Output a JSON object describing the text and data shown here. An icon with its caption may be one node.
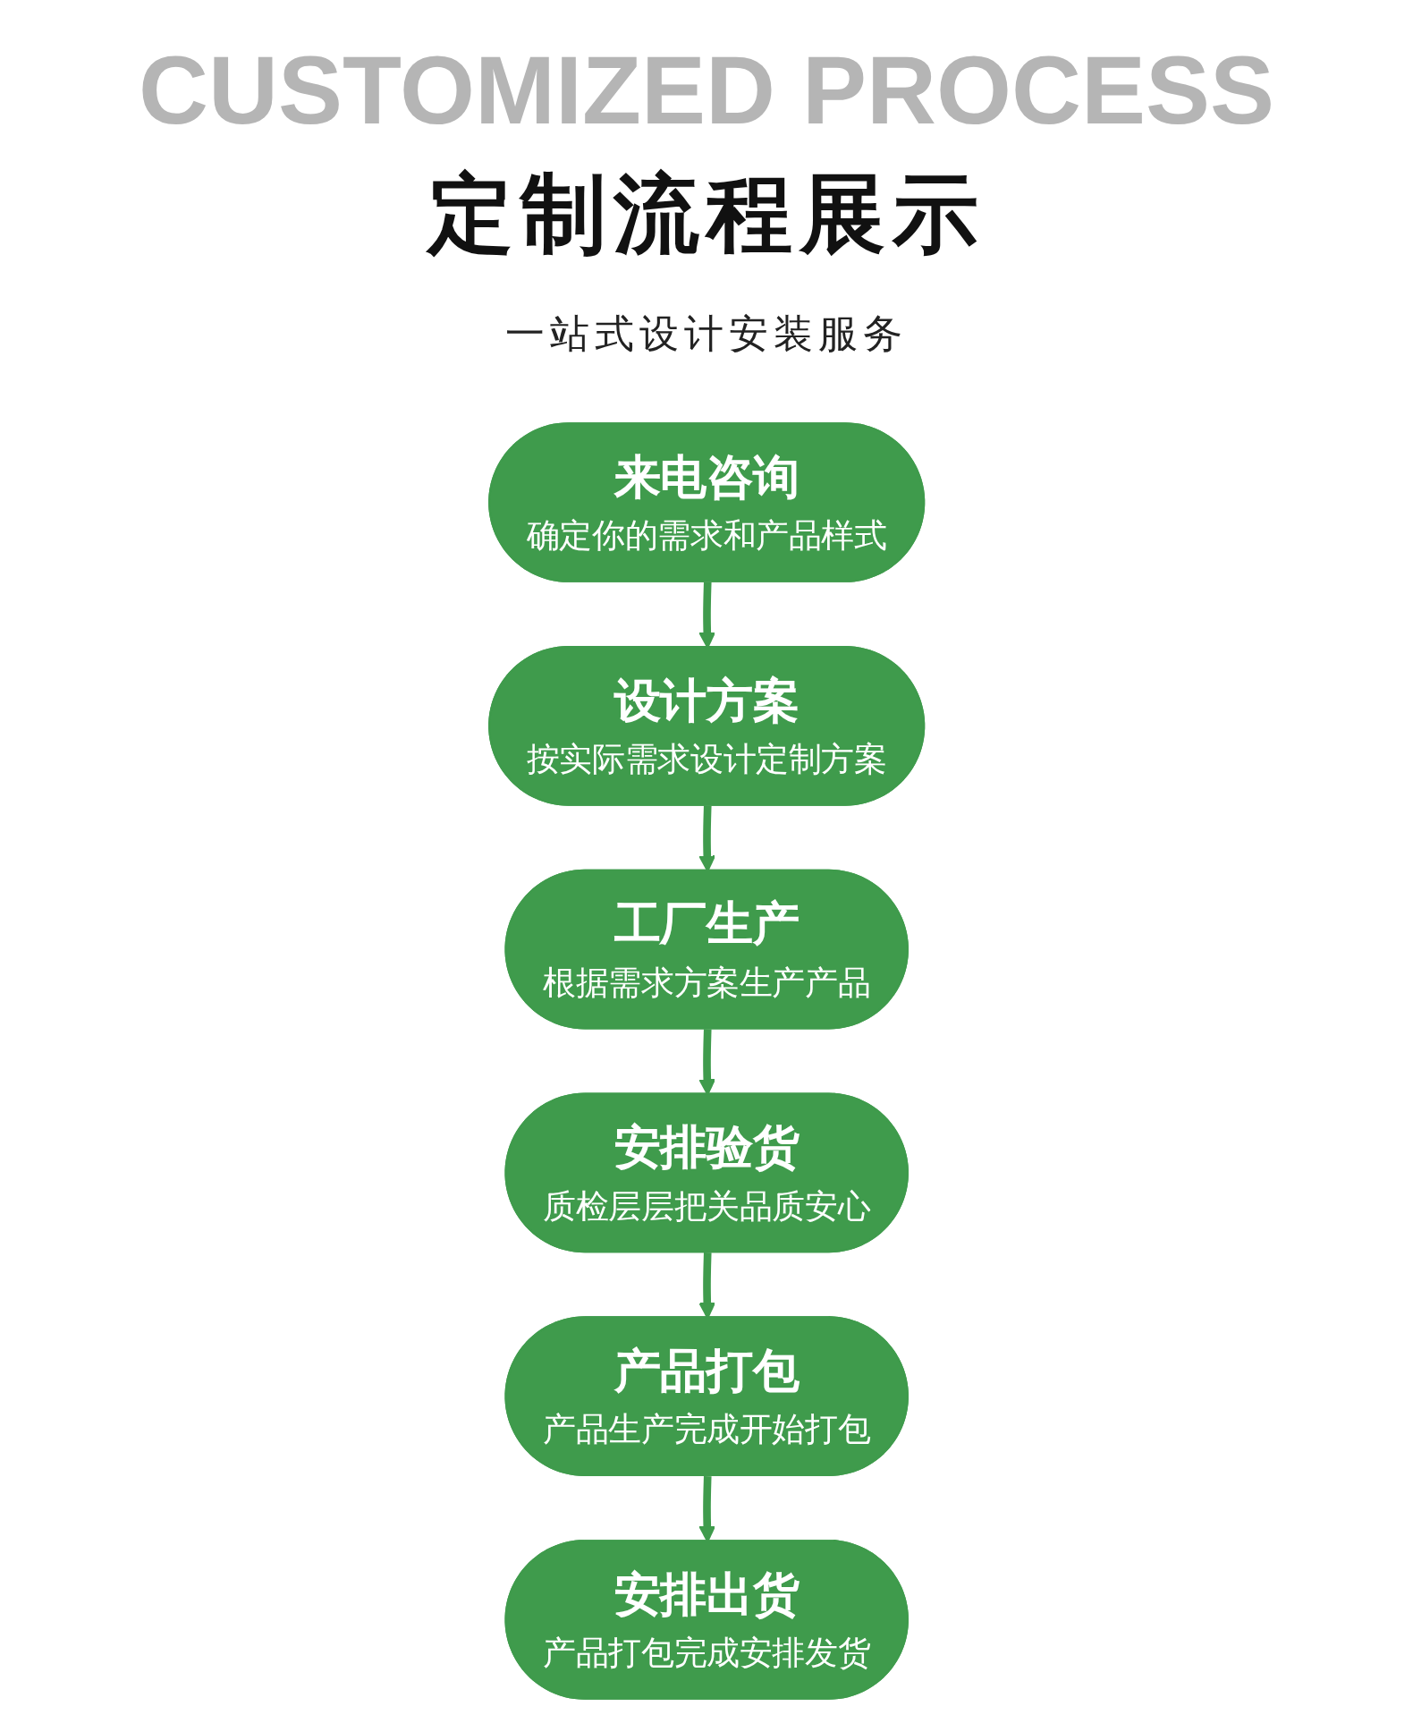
{
  "diagram": {
    "title": "定制流程展示",
    "nodes": [
      {
        "text": [
          "来电咨询",
          "确定你的需求和产品样式"
        ]
      },
      {
        "text": [
          "设计方案",
          "按实际需求设计定制方案"
        ]
      },
      {
        "text": [
          "工厂生产",
          "根据需求方案生产产品"
        ]
      },
      {
        "text": [
          "安排出货",
          "产品打包完成安排发货"
        ]
      },
      {
        "text": [
          "产品打包",
          "产品生产完成开始打包"
        ]
      },
      {
        "text": [
          "安排验货",
          "质检层层把关品质安心"
        ]
      }
    ],
    "edges": [
      {
        "from": 0,
        "to": 1,
        "arrow": "to"
      },
      {
        "from": 1,
        "to": 2,
        "arrow": "to"
      },
      {
        "from": 2,
        "to": 5,
        "arrow": "to"
      },
      {
        "from": 5,
        "to": 4,
        "arrow": "to"
      },
      {
        "from": 4,
        "to": 3,
        "arrow": "to"
      }
    ],
    "labels": [
      "CUSTOMIZED PROCESS",
      "一站式设计安装服务"
    ]
  }
}
